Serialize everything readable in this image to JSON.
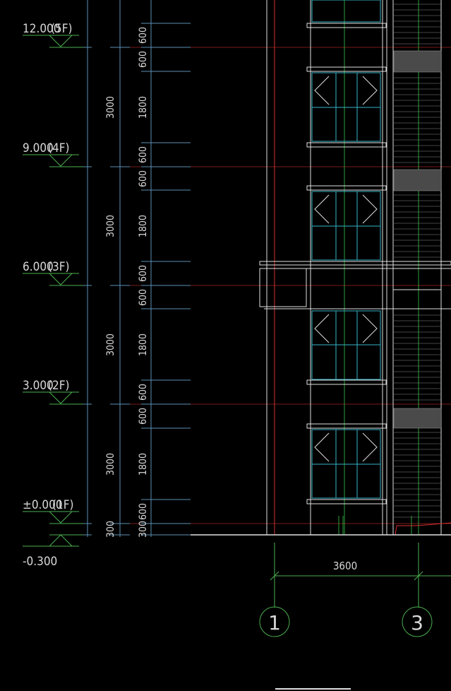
{
  "colors": {
    "background": "#000000",
    "level_line": "#4caf50",
    "dimension_line": "#5b8fb5",
    "axis_line": "#d32f2f",
    "window_frame": "#36b3c7",
    "wall_line": "#e0e0e0",
    "grid_line": "#2e9e3a",
    "text": "#d8d8d8"
  },
  "levels": [
    {
      "label": "12.000",
      "floor": "5F"
    },
    {
      "label": "9.000",
      "floor": "4F"
    },
    {
      "label": "6.000",
      "floor": "3F"
    },
    {
      "label": "3.000",
      "floor": "2F"
    },
    {
      "label": "±0.000",
      "floor": "1F"
    },
    {
      "label": "-0.300",
      "floor": ""
    }
  ],
  "floor_height_dims": [
    "3000",
    "3000",
    "3000",
    "3000",
    "300"
  ],
  "window_dims": [
    "600",
    "600",
    "1800",
    "600",
    "600",
    "1800",
    "600",
    "600",
    "1800",
    "600",
    "600",
    "1800",
    "600",
    "300"
  ],
  "axis_spacing": "3600",
  "axes": [
    "1",
    "3"
  ],
  "icons": [
    "level-marker-triangle-icon",
    "axis-bubble-icon"
  ]
}
